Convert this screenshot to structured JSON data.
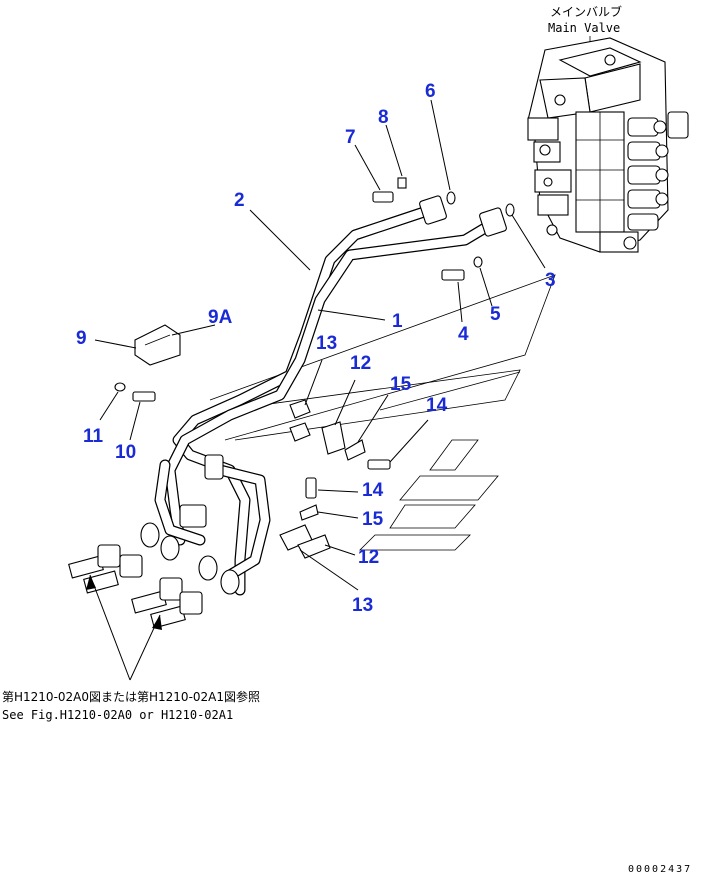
{
  "header": {
    "jp_title": "メインバルブ",
    "en_title": "Main Valve"
  },
  "callouts": {
    "c1": "1",
    "c2": "2",
    "c3": "3",
    "c4": "4",
    "c5": "5",
    "c6": "6",
    "c7": "7",
    "c8": "8",
    "c9": "9",
    "c9a": "9A",
    "c10": "10",
    "c11": "11",
    "c12a": "12",
    "c12b": "12",
    "c13a": "13",
    "c13b": "13",
    "c14a": "14",
    "c14b": "14",
    "c15a": "15",
    "c15b": "15"
  },
  "reference": {
    "jp": "第H1210-02A0図または第H1210-02A1図参照",
    "en": "See Fig.H1210-02A0 or H1210-02A1"
  },
  "footer": {
    "drawing_no": "00002437"
  },
  "colors": {
    "callout": "#1a2bd6",
    "line": "#000000"
  }
}
